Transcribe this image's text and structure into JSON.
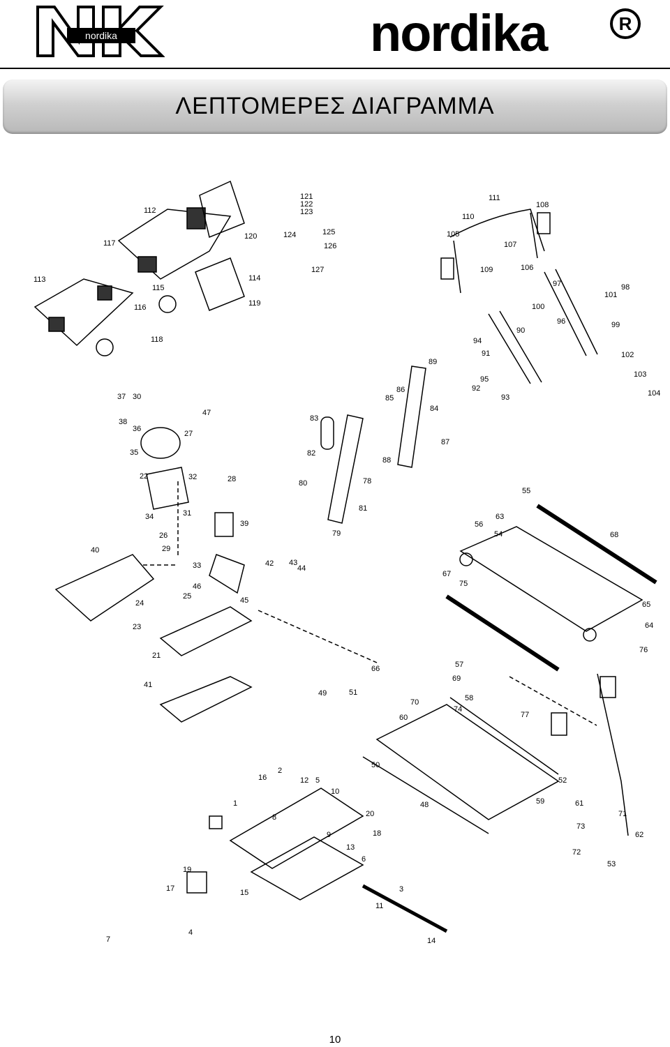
{
  "header": {
    "logo_left_text": "nordika",
    "logo_left_mark": "NK",
    "brand_name": "nordika",
    "registered_mark": "R"
  },
  "banner": {
    "title": "ΛΕΠΤΟΜΕΡΕΣ ΔΙΑΓΡΑΜΜΑ"
  },
  "diagram": {
    "callouts": [
      "121",
      "122",
      "123",
      "124",
      "125",
      "126",
      "127",
      "112",
      "120",
      "117",
      "113",
      "114",
      "119",
      "115",
      "116",
      "118",
      "111",
      "108",
      "110",
      "105",
      "107",
      "109",
      "106",
      "97",
      "98",
      "101",
      "100",
      "96",
      "99",
      "94",
      "90",
      "91",
      "95",
      "92",
      "93",
      "83",
      "102",
      "103",
      "104",
      "89",
      "86",
      "85",
      "84",
      "87",
      "88",
      "82",
      "80",
      "79",
      "78",
      "81",
      "37",
      "30",
      "47",
      "38",
      "36",
      "35",
      "27",
      "22",
      "32",
      "34",
      "31",
      "26",
      "28",
      "39",
      "40",
      "29",
      "33",
      "42",
      "43",
      "44",
      "46",
      "45",
      "24",
      "25",
      "23",
      "21",
      "41",
      "55",
      "63",
      "56",
      "54",
      "68",
      "67",
      "75",
      "65",
      "64",
      "76",
      "66",
      "57",
      "69",
      "58",
      "49",
      "51",
      "70",
      "74",
      "60",
      "50",
      "59",
      "48",
      "77",
      "52",
      "61",
      "73",
      "71",
      "62",
      "53",
      "72",
      "16",
      "2",
      "12",
      "5",
      "10",
      "1",
      "8",
      "20",
      "18",
      "9",
      "13",
      "6",
      "11",
      "19",
      "15",
      "17",
      "4",
      "3",
      "14",
      "7"
    ]
  },
  "footer": {
    "page_number": "10"
  }
}
